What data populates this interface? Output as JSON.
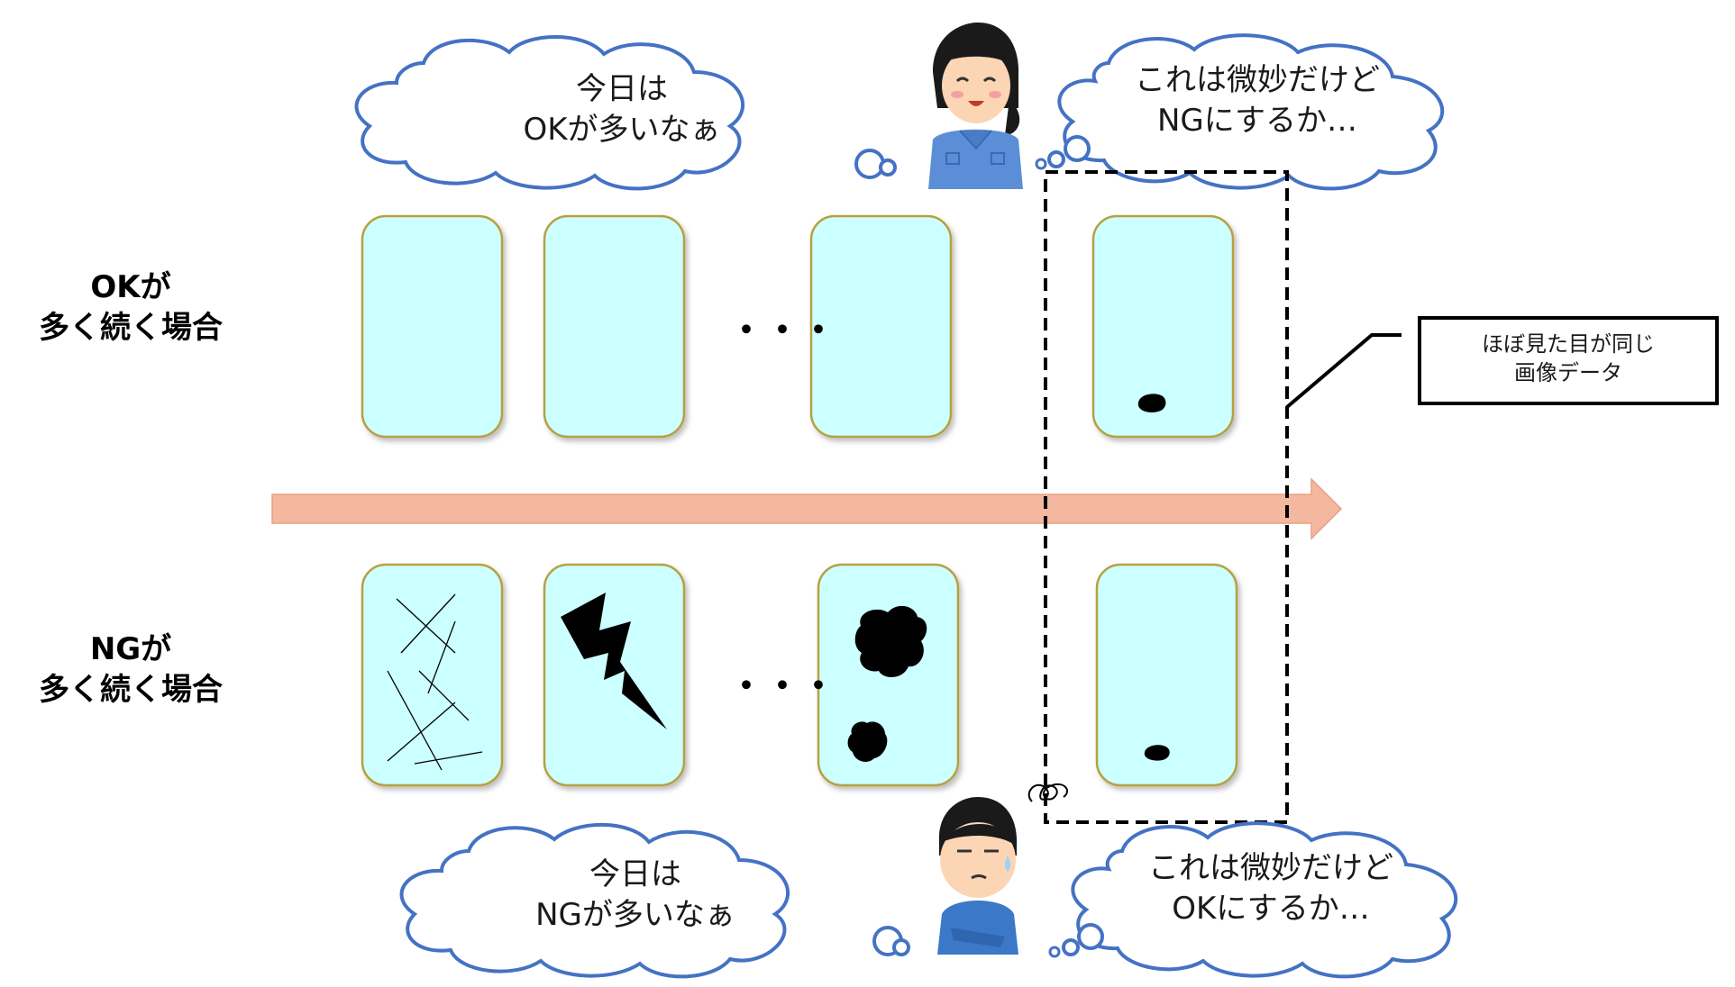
{
  "row_labels": {
    "ok": [
      "OKが",
      "多く続く場合"
    ],
    "ng": [
      "NGが",
      "多く続く場合"
    ]
  },
  "thoughts": {
    "ok_worker_left": [
      "今日は",
      "OKが多いなぁ"
    ],
    "ok_worker_right": [
      "これは微妙だけど",
      "NGにするか…"
    ],
    "ng_worker_left": [
      "今日は",
      "NGが多いなぁ"
    ],
    "ng_worker_right": [
      "これは微妙だけど",
      "OKにするか…"
    ]
  },
  "ellipsis": {
    "ok": "・・・",
    "ng": "・・・"
  },
  "callout": [
    "ほぼ見た目が同じ",
    "画像データ"
  ],
  "colors": {
    "card_fill": "#ccffff",
    "card_stroke": "#b8a040",
    "cloud_stroke": "#4472c4",
    "arrow_fill": "#f4b79f",
    "arrow_stroke": "#e8a080",
    "defect": "#000000"
  }
}
